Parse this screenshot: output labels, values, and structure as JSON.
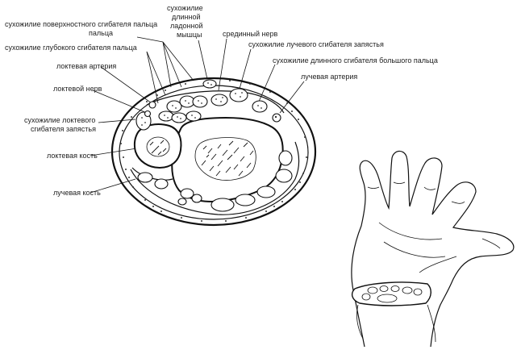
{
  "labels": {
    "fds_tendon": "сухожилие поверхностного сгибателя пальца",
    "fdp_tendon": "сухожилие глубокого сгибателя пальца",
    "ulnar_artery": "локтевая артерия",
    "ulnar_nerve": "локтевой нерв",
    "fcu_tendon_1": "сухожилие локтевого",
    "fcu_tendon_2": "сгибателя запястья",
    "ulna": "локтевая кость",
    "radius": "лучевая кость",
    "palmaris_1": "сухожилие",
    "palmaris_2": "длинной",
    "palmaris_3": "ладонной",
    "palmaris_4": "мышцы",
    "median_nerve": "срединный нерв",
    "fcr_tendon": "сухожилие лучевого сгибателя запястья",
    "fpl_tendon": "сухожилие длинного сгибателя большого пальца",
    "radial_artery": "лучевая артерия"
  }
}
